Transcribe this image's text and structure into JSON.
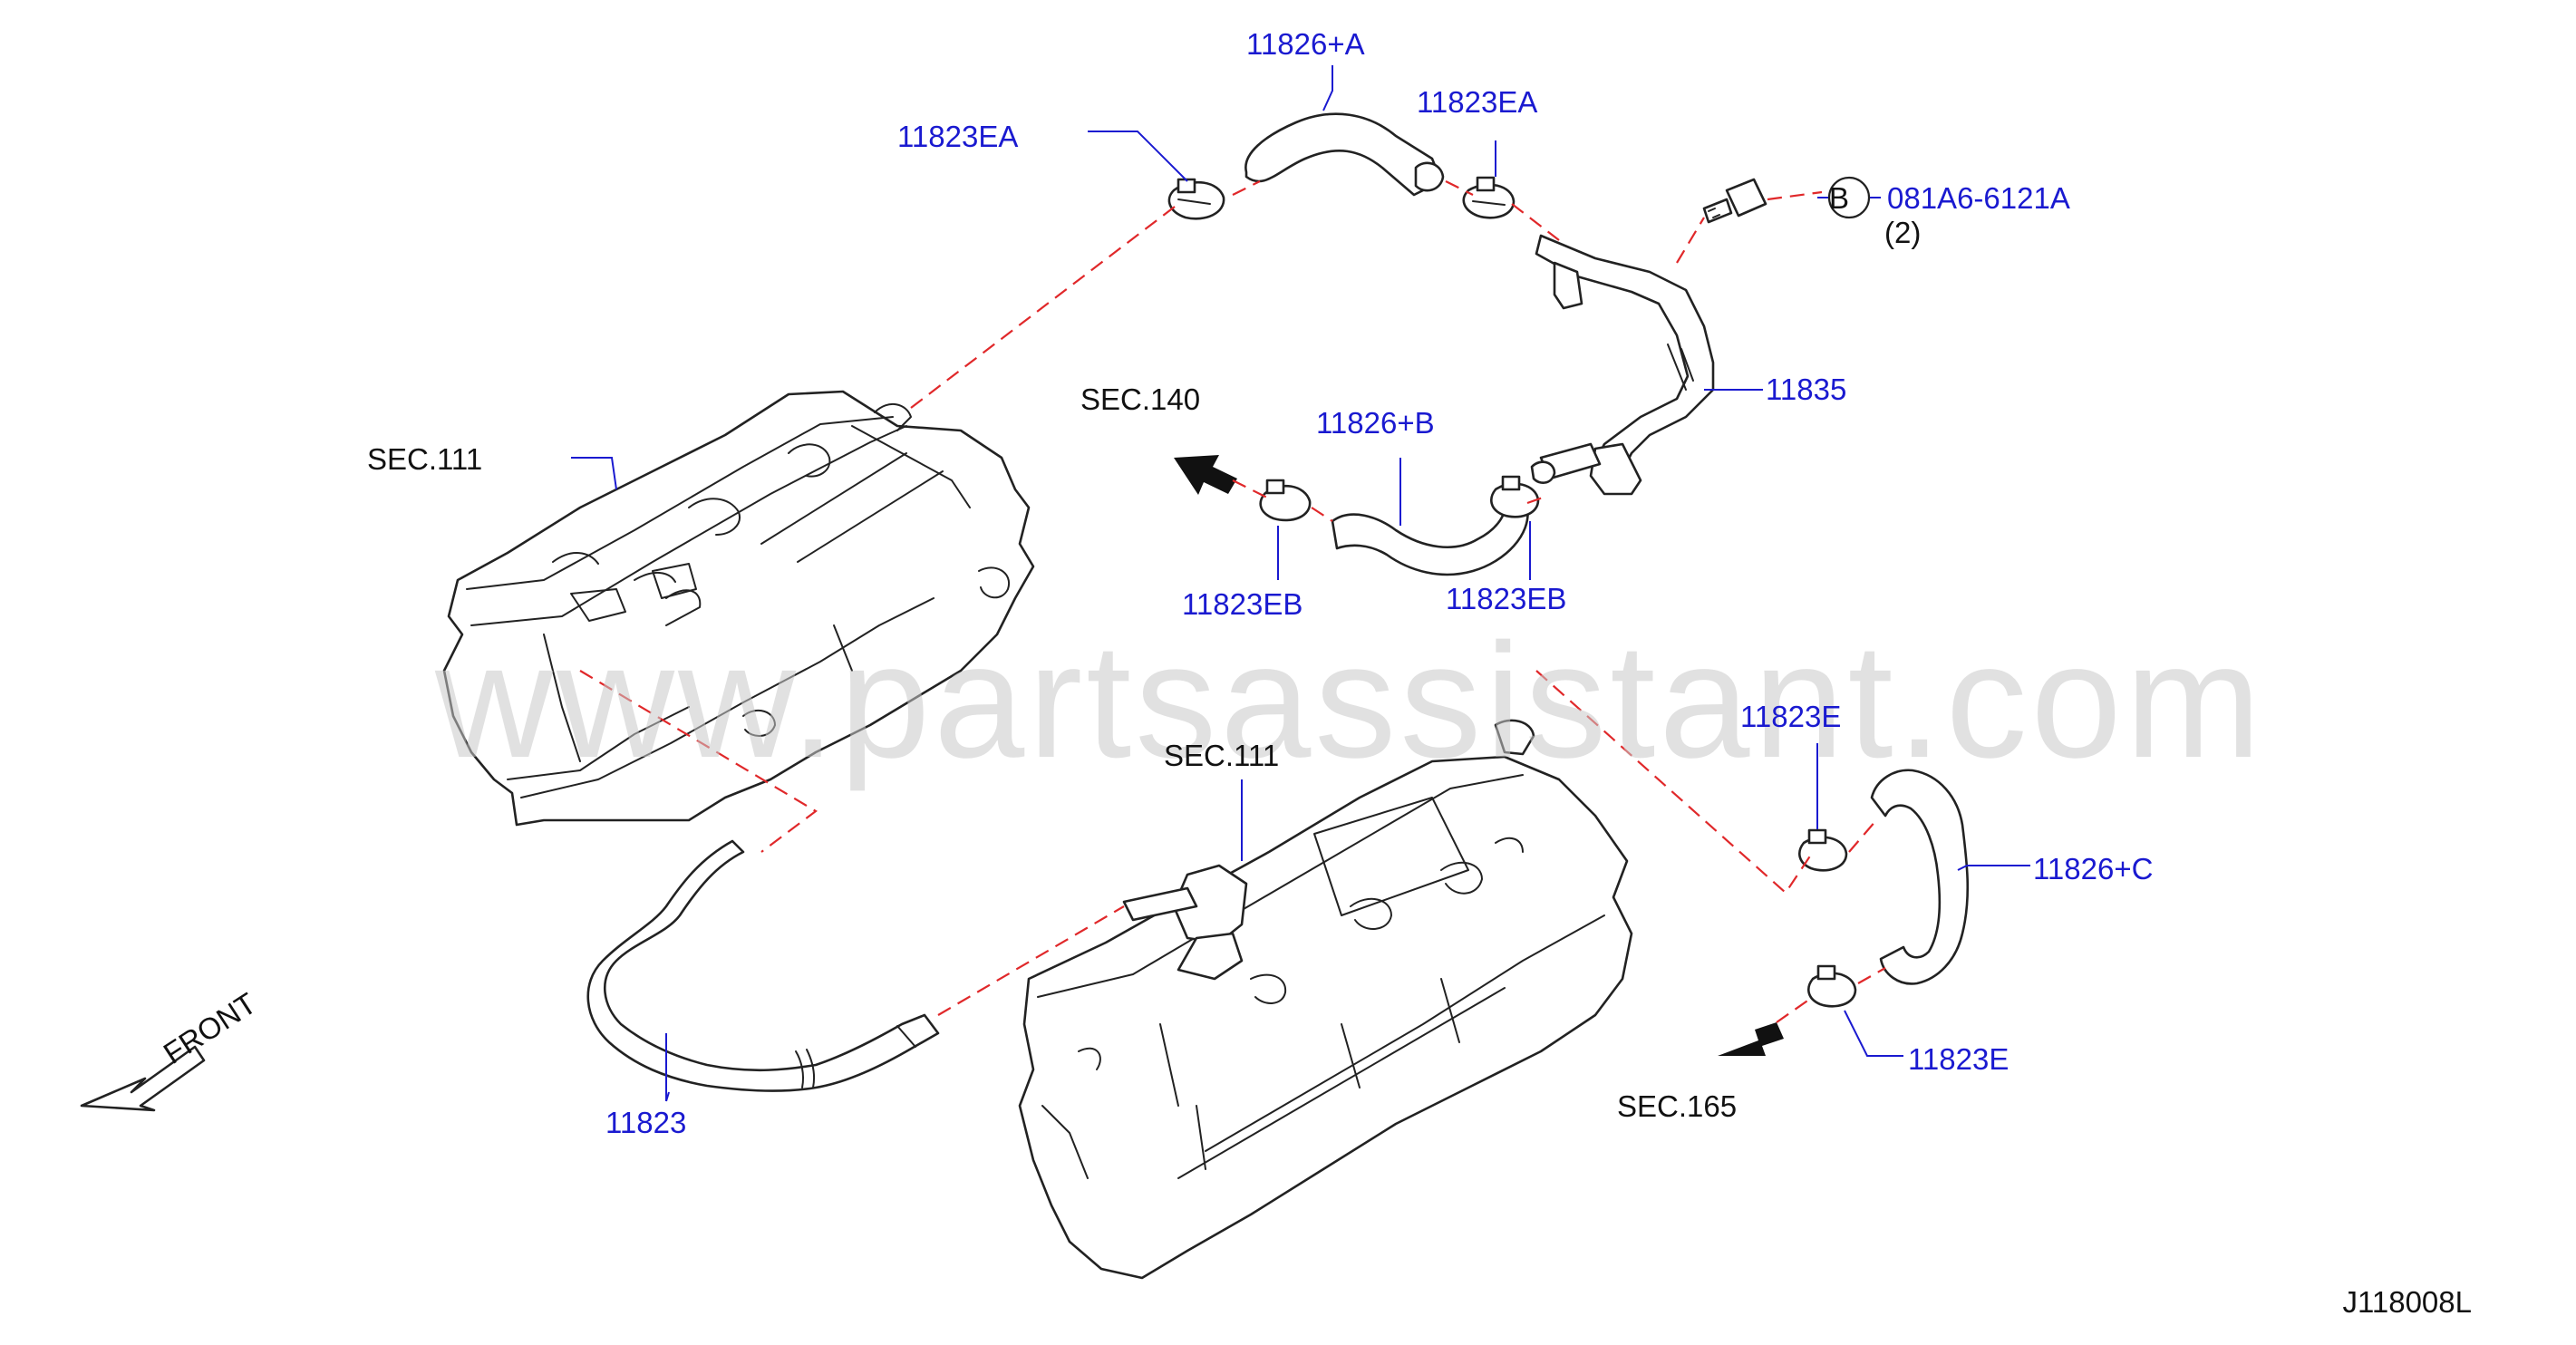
{
  "watermark": "www.partsassistant.com",
  "diagram_code": "J118008L",
  "front_label": "FRONT",
  "callout_b": {
    "letter": "B",
    "part": "081A6-6121A",
    "qty": "(2)"
  },
  "parts": {
    "hose_a": "11826+A",
    "clamp_ea_left": "11823EA",
    "clamp_ea_right": "11823EA",
    "tube": "11835",
    "hose_b": "11826+B",
    "clamp_eb_left": "11823EB",
    "clamp_eb_right": "11823EB",
    "clamp_e_top": "11823E",
    "hose_c": "11826+C",
    "clamp_e_bottom": "11823E",
    "hose_main": "11823"
  },
  "sections": {
    "sec111_left": "SEC.111",
    "sec111_center": "SEC.111",
    "sec140": "SEC.140",
    "sec165": "SEC.165"
  },
  "colors": {
    "label_blue": "#1a1ad0",
    "centerline_red": "#e0282a",
    "line_black": "#222222"
  }
}
